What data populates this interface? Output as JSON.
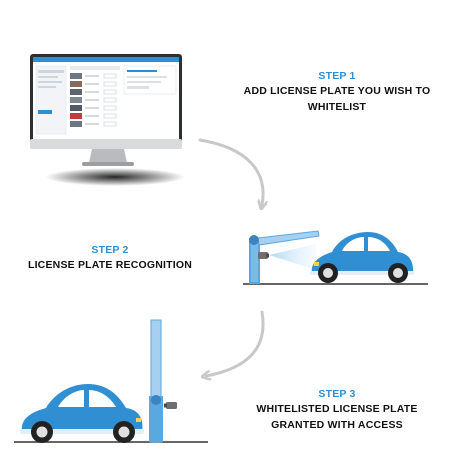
{
  "steps": [
    {
      "label": "STEP 1",
      "line1": "ADD LICENSE PLATE YOU WISH TO",
      "line2": "WHITELIST"
    },
    {
      "label": "STEP 2",
      "line1": "LICENSE PLATE RECOGNITION"
    },
    {
      "label": "STEP 3",
      "line1": "WHITELISTED LICENSE PLATE",
      "line2": "GRANTED WITH ACCESS"
    }
  ],
  "colors": {
    "accent": "#2b8fd6",
    "car_body": "#2f8fd2",
    "barrier": "#5aa8e0",
    "arrow": "#c8c8c8",
    "ground": "#333333",
    "monitor_frame": "#2d2f33"
  },
  "icons": [
    "monitor-icon",
    "car-icon",
    "barrier-gate-icon",
    "camera-icon",
    "curved-arrow-icon"
  ]
}
